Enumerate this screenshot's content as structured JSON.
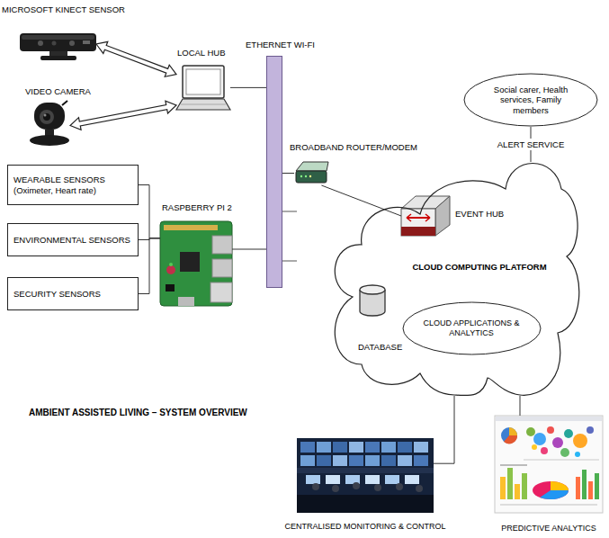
{
  "diagram": {
    "title": "AMBIENT ASSISTED LIVING – SYSTEM OVERVIEW",
    "nodes": [
      {
        "text": [
          "MICROSOFT KINECT SENSOR"
        ]
      },
      {
        "text": [
          "VIDEO CAMERA"
        ]
      },
      {
        "text": [
          "LOCAL HUB"
        ]
      },
      {
        "text": [
          "ETHERNET WI-FI"
        ]
      },
      {
        "text": [
          "BROADBAND ROUTER/MODEM"
        ]
      },
      {
        "text": [
          "WEARABLE SENSORS (Oximeter, Heart rate)"
        ]
      },
      {
        "text": [
          "ENVIRONMENTAL SENSORS"
        ]
      },
      {
        "text": [
          "SECURITY SENSORS"
        ]
      },
      {
        "text": [
          "RASPBERRY PI 2"
        ]
      },
      {
        "text": [
          "Social carer, Health services, Family members"
        ]
      },
      {
        "text": [
          "CLOUD COMPUTING PLATFORM"
        ]
      },
      {
        "text": [
          "EVENT HUB"
        ],
        "in": 10
      },
      {
        "text": [
          "DATABASE"
        ],
        "in": 10
      },
      {
        "text": [
          "CLOUD APPLICATIONS & ANALYTICS"
        ],
        "in": 10
      },
      {
        "text": [
          "CENTRALISED MONITORING & CONTROL"
        ]
      },
      {
        "text": [
          "PREDICTIVE ANALYTICS"
        ]
      }
    ],
    "edges": [
      {
        "from": 0,
        "to": 2,
        "arrow": "both"
      },
      {
        "from": 1,
        "to": 2,
        "arrow": "both"
      },
      {
        "from": 2,
        "to": 3,
        "arrow": "none"
      },
      {
        "from": 8,
        "to": 3,
        "arrow": "none"
      },
      {
        "from": 3,
        "to": 4,
        "arrow": "none"
      },
      {
        "from": 4,
        "to": 11,
        "arrow": "none"
      },
      {
        "from": 5,
        "to": 8,
        "arrow": "none"
      },
      {
        "from": 6,
        "to": 8,
        "arrow": "none"
      },
      {
        "from": 7,
        "to": 8,
        "arrow": "none"
      },
      {
        "from": 9,
        "to": 10,
        "label": "ALERT SERVICE",
        "arrow": "none"
      },
      {
        "from": 10,
        "to": 14,
        "arrow": "none"
      },
      {
        "from": 10,
        "to": 15,
        "arrow": "none"
      }
    ]
  }
}
